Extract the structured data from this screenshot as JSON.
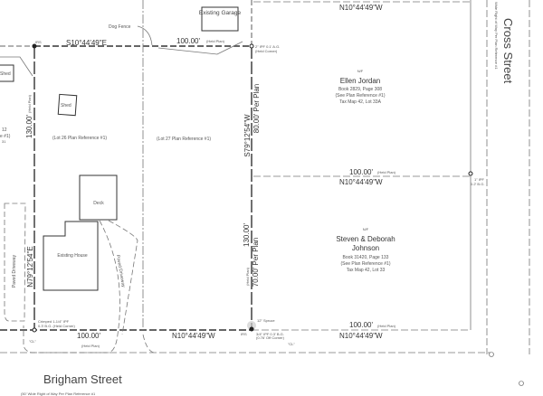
{
  "plan": {
    "streets": {
      "bottom": "Brigham Street",
      "bottom_note": "(50' Wide Right of Way Per Plan Reference #1",
      "right": "Cross Street",
      "right_note": "Wide Right of Way Per Plan Reference #1"
    },
    "structures": {
      "garage": "Existing Garage",
      "shed_left": "Shed",
      "shed": "Shed",
      "deck": "Deck",
      "house": "Existing House",
      "driveway_left": "Paved Driveway",
      "driveway_right": "Paved Driveway",
      "dog_fence": "Dog Fence"
    },
    "lots": {
      "lot26": "(Lot 26 Plan Reference #1)",
      "lot27": "(Lot 27 Plan Reference #1)"
    },
    "bearings": {
      "top": "S10°44'49\"E",
      "right": "S79°12'54\"W",
      "left": "N79°12'54\"E",
      "bottom": "N10°44'49\"W",
      "jordan_top": "N10°44'49\"W",
      "jordan_bottom": "N10°44'49\"W",
      "johnson_bottom": "N10°44'49\"W"
    },
    "distances": {
      "top": "100.00'",
      "top_note": "(Held Plan)",
      "left": "130.00'",
      "left_note": "(Held Plan)",
      "right_top": "80.00' Per Plan",
      "right_bottom_a": "130.00'",
      "right_bottom_b": "70.00' Per Plan",
      "right_bottom_note": "(Held Plan)",
      "bottom": "100.00'",
      "bottom_note": "(Held Plan)",
      "jordan_bottom": "100.00'",
      "jordan_bottom_note": "(Held Plan)",
      "johnson_bottom": "100.00'",
      "johnson_bottom_note": "(Held Plan)"
    },
    "monuments": {
      "irs_top": "IRS",
      "irs_bottom": "IRS",
      "ipf_top_a": "2\" IPF 0.1' A.G.",
      "ipf_top_b": "(Held Corner)",
      "ipf_right_a": "1\" IPF",
      "ipf_right_b": "0.2' B.G.",
      "crimped_a": "Crimped 1-1/4\" IPF",
      "crimped_b": "0.3' B.G. (Held Corner)",
      "ipf_bottom_a": "3/4\" IPF 0.3' B.G.",
      "ipf_bottom_b": "(0.76' Off Corner)",
      "spruce": "12\" Spruce",
      "utility_pole": "\"CL\""
    },
    "abutters": [
      {
        "nt": "N/F",
        "name": "Ellen Jordan",
        "book": "Book 2829, Page 308",
        "ref": "(See Plan Reference #1)",
        "tax": "Tax Map 42, Lot 33A"
      },
      {
        "nt": "N/F",
        "name": "Steven & Deborah",
        "name2": "Johnson",
        "book": "Book 31420, Page 133",
        "ref": "(See Plan Reference #1)",
        "tax": "Tax Map 42, Lot 33"
      }
    ],
    "left_fragment": [
      "12",
      "e #1)",
      "31"
    ]
  }
}
